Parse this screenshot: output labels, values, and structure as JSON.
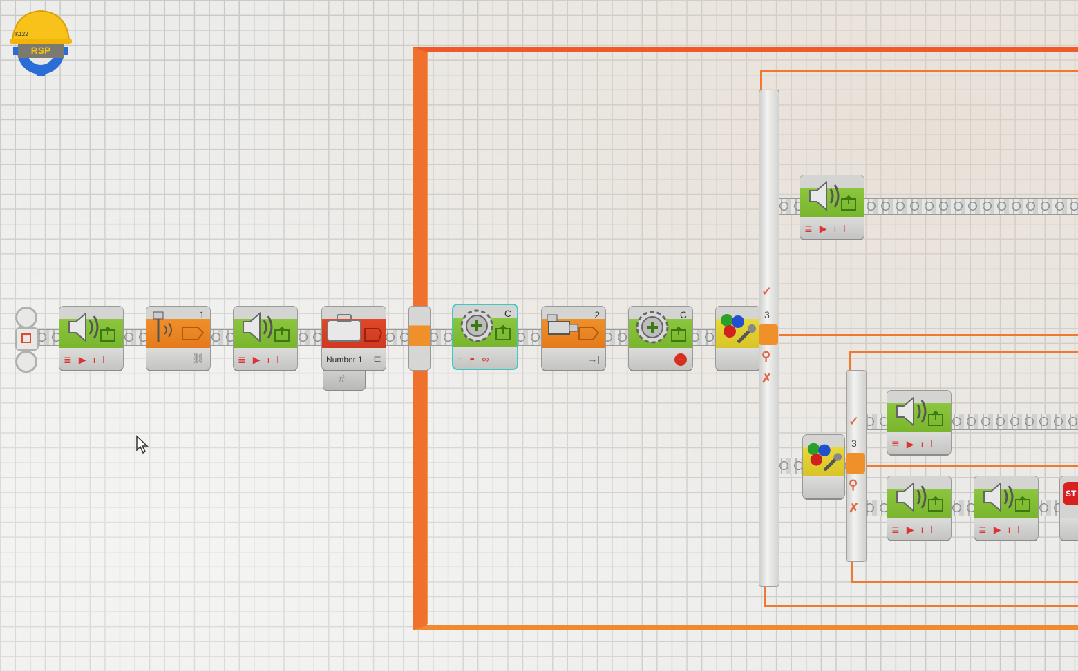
{
  "logo": {
    "top_text": "K122",
    "main_text": "RSP"
  },
  "program": {
    "blocks": [
      {
        "id": "sound-1",
        "type": "sound",
        "port": ""
      },
      {
        "id": "sensor-1",
        "type": "sound-sensor",
        "port": "1"
      },
      {
        "id": "sound-2",
        "type": "sound",
        "port": ""
      },
      {
        "id": "variable-1",
        "type": "variable",
        "label": "Number 1"
      },
      {
        "id": "motor-1",
        "type": "motor",
        "port": "C"
      },
      {
        "id": "sensor-2",
        "type": "touch-sensor",
        "port": "2"
      },
      {
        "id": "motor-2",
        "type": "motor",
        "port": "C"
      },
      {
        "id": "color-1",
        "type": "color-sensor",
        "port": "3"
      },
      {
        "id": "sound-3",
        "type": "sound",
        "port": ""
      },
      {
        "id": "color-2",
        "type": "color-sensor",
        "port": "3"
      },
      {
        "id": "sound-4",
        "type": "sound",
        "port": ""
      },
      {
        "id": "sound-5",
        "type": "sound",
        "port": ""
      },
      {
        "id": "sound-6",
        "type": "sound",
        "port": ""
      },
      {
        "id": "stop-1",
        "type": "stop",
        "label": "ST"
      }
    ],
    "switch1": {
      "port": "3"
    },
    "switch2": {
      "port": "3"
    }
  },
  "colors": {
    "loop": "#f07030",
    "sound_green": "#8cc63e",
    "sensor_orange": "#f0902a",
    "variable_red": "#e04828",
    "color_yellow": "#e8d838"
  }
}
